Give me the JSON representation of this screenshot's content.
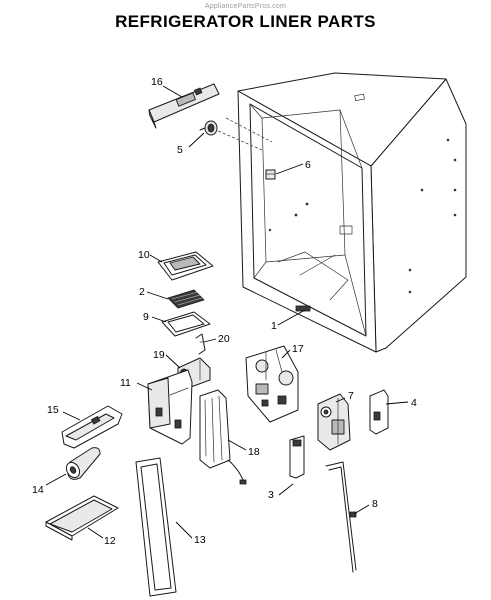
{
  "watermark": "AppliancePartsPros.com",
  "title": "REFRIGERATOR LINER PARTS",
  "callouts": {
    "c1": "1",
    "c2": "2",
    "c3": "3",
    "c4": "4",
    "c5": "5",
    "c6": "6",
    "c7": "7",
    "c8": "8",
    "c9": "9",
    "c10": "10",
    "c11": "11",
    "c12": "12",
    "c13": "13",
    "c14": "14",
    "c15": "15",
    "c16": "16",
    "c17": "17",
    "c18": "18",
    "c19": "19",
    "c20": "20"
  }
}
